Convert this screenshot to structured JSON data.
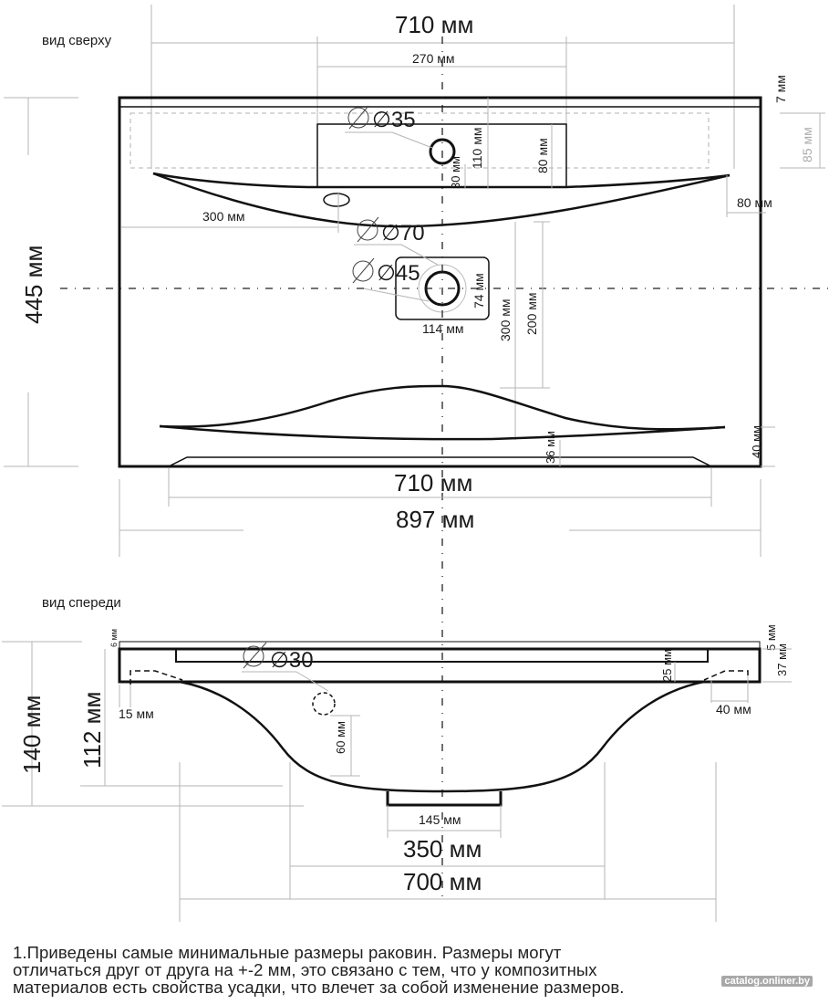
{
  "top_view": {
    "title": "вид сверху",
    "dims": {
      "overall_width_top": "710 мм",
      "center_hole_offset": "270 мм",
      "top_lip": "7 мм",
      "side_85": "85 мм",
      "tap_hole": "∅35",
      "tap_30": "30 мм",
      "tap_110": "110 мм",
      "tap_80": "80 мм",
      "right_80": "80 мм",
      "left_300": "300 мм",
      "drain_70": "∅70",
      "drain_45": "∅45",
      "drain_74": "74 мм",
      "drain_114": "114 мм",
      "depth_300": "300 мм",
      "depth_200": "200 мм",
      "front_36": "36 мм",
      "front_40": "40 мм",
      "depth_445": "445 мм",
      "bottom_710": "710 мм",
      "bottom_897": "897 мм"
    }
  },
  "front_view": {
    "title": "вид спереди",
    "dims": {
      "lip_6": "6 мм",
      "overflow_30": "∅30",
      "left_15": "15 мм",
      "overflow_60": "60 мм",
      "height_140": "140 мм",
      "height_112": "112 мм",
      "slot_25": "25 мм",
      "lip_5": "5 мм",
      "edge_37": "37 мм",
      "right_40": "40 мм",
      "drain_145": "145 мм",
      "bowl_350": "350 мм",
      "bowl_700": "700 мм"
    }
  },
  "note": {
    "lines": [
      "1.Приведены самые минимальные размеры раковин. Размеры могут",
      "отличаться друг от друга на +-2 мм, это связано с тем, что у композитных",
      "материалов есть свойства усадки, что влечет за собой изменение размеров."
    ]
  },
  "watermark": "catalog.onliner.by"
}
